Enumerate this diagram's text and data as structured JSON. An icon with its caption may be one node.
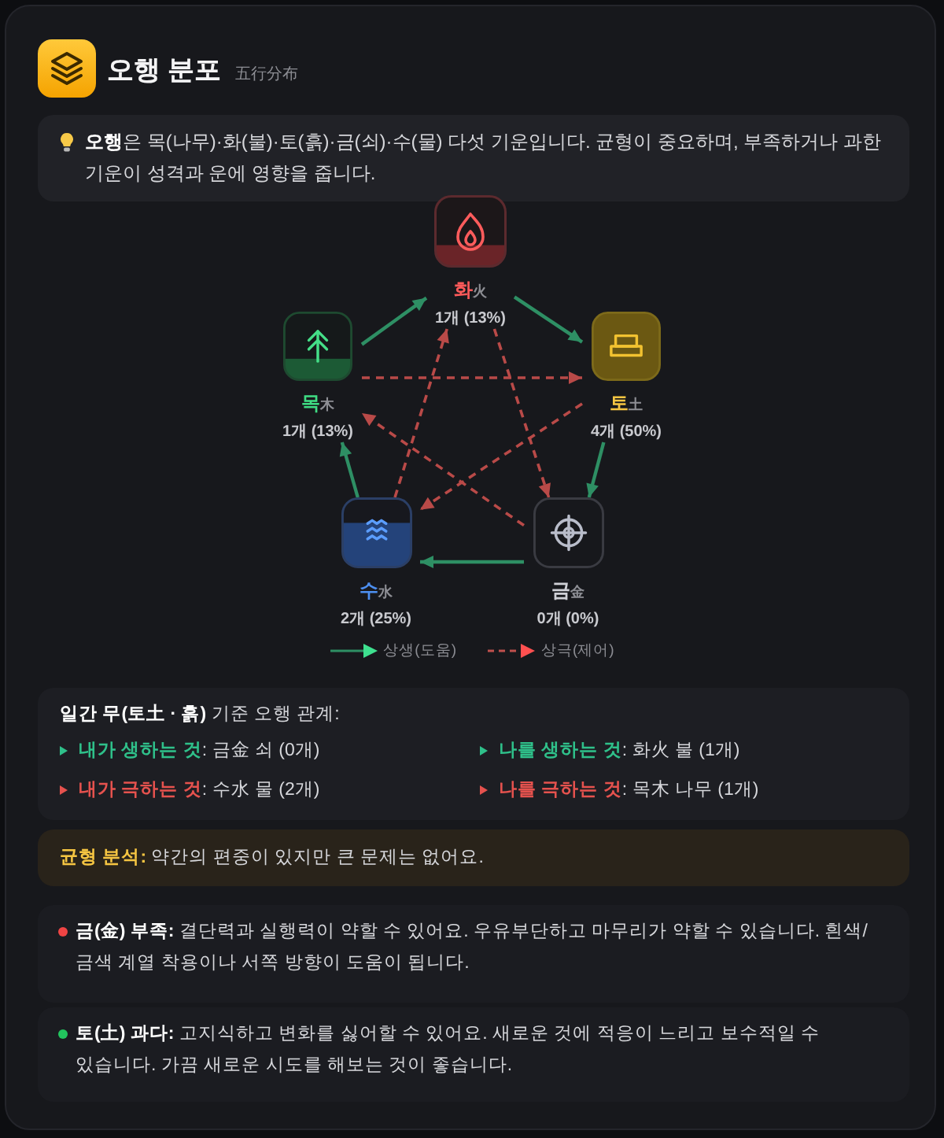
{
  "diagram": {
    "title": "오행 분포",
    "labels": [
      "五行分布"
    ],
    "nodes": [
      {
        "text": [
          "**오행**은 목(나무)·화(불)·토(흙)·금(쇠)·수(물) 다섯 기운입니다. 균형이 중요하며, 부족하거나 과한 기운이 성격과 운에 영향을 줍니다."
        ]
      },
      {
        "text": [
          "화",
          "火",
          "1개 (13%)"
        ]
      },
      {
        "text": [
          "목",
          "木",
          "1개 (13%)"
        ]
      },
      {
        "text": [
          "토",
          "土",
          "4개 (50%)"
        ]
      },
      {
        "text": [
          "수",
          "水",
          "2개 (25%)"
        ]
      },
      {
        "text": [
          "금",
          "金",
          "0개 (0%)"
        ]
      },
      {
        "text": [
          "**일간 무(토土 · 흙)** 기준 오행 관계:",
          "**내가 생하는 것**: 금金 쇠 (0개)",
          "**나를 생하는 것**: 화火 불 (1개)",
          "**내가 극하는 것**: 수水 물 (2개)",
          "**나를 극하는 것**: 목木 나무 (1개)"
        ]
      },
      {
        "text": [
          "**균형 분석:** 약간의 편중이 있지만 큰 문제는 없어요."
        ]
      },
      {
        "text": [
          "**금(金) 부족:** 결단력과 실행력이 약할 수 있어요. 우유부단하고 마무리가 약할 수 있습니다. 흰색/금색 계열 착용이나 서쪽 방향이 도움이 됩니다."
        ]
      },
      {
        "text": [
          "**토(土) 과다:** 고지식하고 변화를 싫어할 수 있어요. 새로운 것에 적응이 느리고 보수적일 수 있습니다. 가끔 새로운 시도를 해보는 것이 좋습니다."
        ]
      }
    ],
    "edges": [
      {
        "from": 2,
        "to": 1,
        "arrow": "to"
      },
      {
        "from": 1,
        "to": 3,
        "arrow": "to"
      },
      {
        "from": 3,
        "to": 5,
        "arrow": "to"
      },
      {
        "from": 5,
        "to": 4,
        "arrow": "to"
      },
      {
        "from": 4,
        "to": 2,
        "arrow": "to"
      },
      {
        "from": 2,
        "to": 3,
        "arrow": "to",
        "style": "dashed",
        "color": "#b94a48"
      },
      {
        "from": 3,
        "to": 4,
        "arrow": "to",
        "style": "dashed",
        "color": "#b94a48"
      },
      {
        "from": 4,
        "to": 1,
        "arrow": "to",
        "style": "dashed",
        "color": "#b94a48"
      },
      {
        "from": 1,
        "to": 5,
        "arrow": "to",
        "style": "dashed",
        "color": "#b94a48"
      },
      {
        "from": 5,
        "to": 2,
        "arrow": "to",
        "style": "dashed",
        "color": "#b94a48"
      }
    ],
    "legend": [
      {
        "text": "상생(도움)"
      },
      {
        "text": "상극(제어)"
      }
    ]
  }
}
